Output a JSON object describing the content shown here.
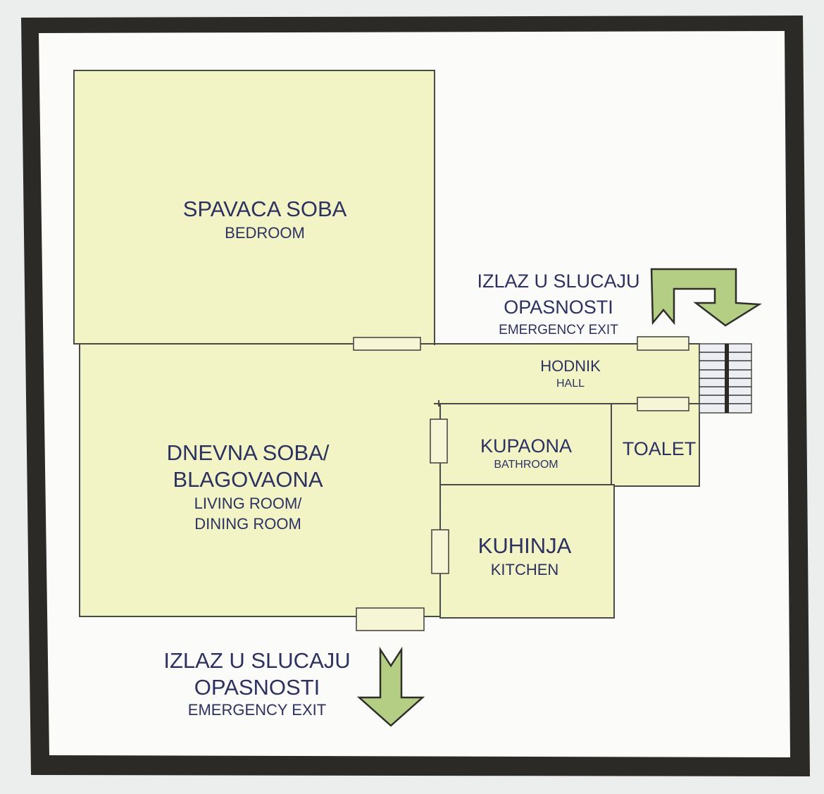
{
  "rooms": {
    "bedroom": {
      "local": "SPAVACA SOBA",
      "english": "BEDROOM"
    },
    "living": {
      "local_line1": "DNEVNA SOBA/",
      "local_line2": "BLAGOVAONA",
      "english_line1": "LIVING ROOM/",
      "english_line2": "DINING ROOM"
    },
    "hall": {
      "local": "HODNIK",
      "english": "HALL"
    },
    "bathroom": {
      "local": "KUPAONA",
      "english": "BATHROOM"
    },
    "toilet": {
      "local": "TOALET"
    },
    "kitchen": {
      "local": "KUHINJA",
      "english": "KITCHEN"
    }
  },
  "exits": {
    "top": {
      "line1": "IZLAZ U SLUCAJU",
      "line2": "OPASNOSTI",
      "english": "EMERGENCY EXIT"
    },
    "bottom": {
      "line1": "IZLAZ U SLUCAJU",
      "line2": "OPASNOSTI",
      "english": "EMERGENCY EXIT"
    }
  },
  "colors": {
    "room_fill": "#f2f4c6",
    "arrow_fill": "#b4cf84",
    "frame": "#2b2a27",
    "text": "#2d3160"
  }
}
